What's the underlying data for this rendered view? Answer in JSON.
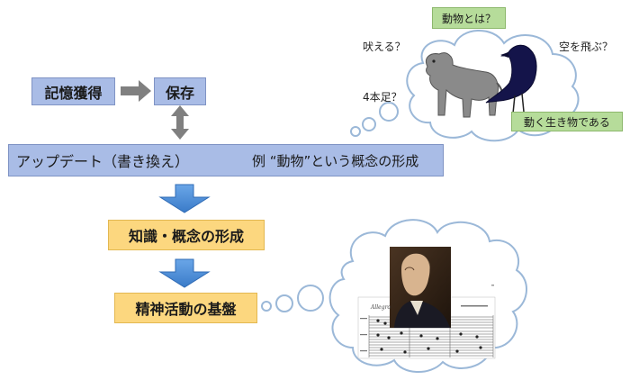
{
  "boxes": {
    "memory": "記憶獲得",
    "storage": "保存",
    "update": "アップデート（書き換え）",
    "example": "例 “動物”という概念の形成",
    "knowledge": "知識・概念の形成",
    "foundation": "精神活動の基盤"
  },
  "thought_cloud_animal": {
    "what_is_animal": "動物とは？",
    "barks": "吠える？",
    "flies": "空を飛ぶ？",
    "four_legs": "4本足？",
    "moving_creature": "動く生き物である"
  },
  "thought_cloud_music": {
    "tempo_mark": "Allegro"
  },
  "colors": {
    "blue_box": "#a9bce6",
    "yellow_box": "#fcd77f",
    "green_box": "#b6dc9a",
    "arrow_gray": "#808080",
    "arrow_blue": "#4f8fd6",
    "cloud_stroke": "#9bb8d8"
  }
}
